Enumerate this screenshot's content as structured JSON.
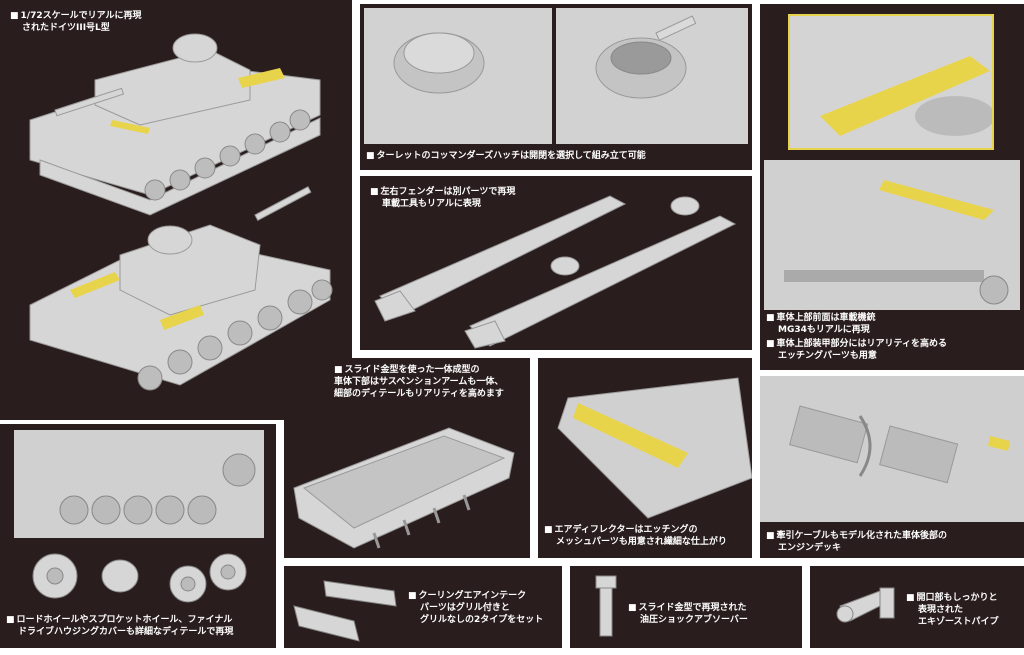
{
  "bullet": "■",
  "captions": {
    "c1": [
      "1/72スケールでリアルに再現",
      "されたドイツIII号L型"
    ],
    "c2": [
      "ターレットのコッマンダーズハッチは開閉を選択して組み立て可能"
    ],
    "c3": [
      "左右フェンダーは別パーツで再現",
      "車載工具もリアルに表現"
    ],
    "c4": [
      "車体上部前面は車載機銃",
      "MG34もリアルに再現"
    ],
    "c5": [
      "車体上部装甲部分にはリアリティを高める",
      "エッチングパーツも用意"
    ],
    "c6": [
      "スライド金型を使った一体成型の",
      "車体下部はサスペンションアームも一体、",
      "細部のディテールもリアリティを高めます"
    ],
    "c7": [
      "エアディフレクターはエッチングの",
      "メッシュパーツも用意され繊細な仕上がり"
    ],
    "c8": [
      "牽引ケーブルもモデル化された車体後部の",
      "エンジンデッキ"
    ],
    "c9": [
      "ロードホイールやスプロケットホイール、ファイナル",
      "ドライブハウジングカバーも詳細なディテールで再現"
    ],
    "c10": [
      "クーリングエアインテーク",
      "パーツはグリル付きと",
      "グリルなしの2タイプをセット"
    ],
    "c11": [
      "スライド金型で再現された",
      "油圧ショックアブソーバー"
    ],
    "c12": [
      "開口部もしっかりと",
      "表現された",
      "エキゾーストパイプ"
    ]
  },
  "colors": {
    "panel": "#2a1d1d",
    "model": "#d4d4d4",
    "etch": "#e8d44a",
    "text": "#ffffff"
  }
}
